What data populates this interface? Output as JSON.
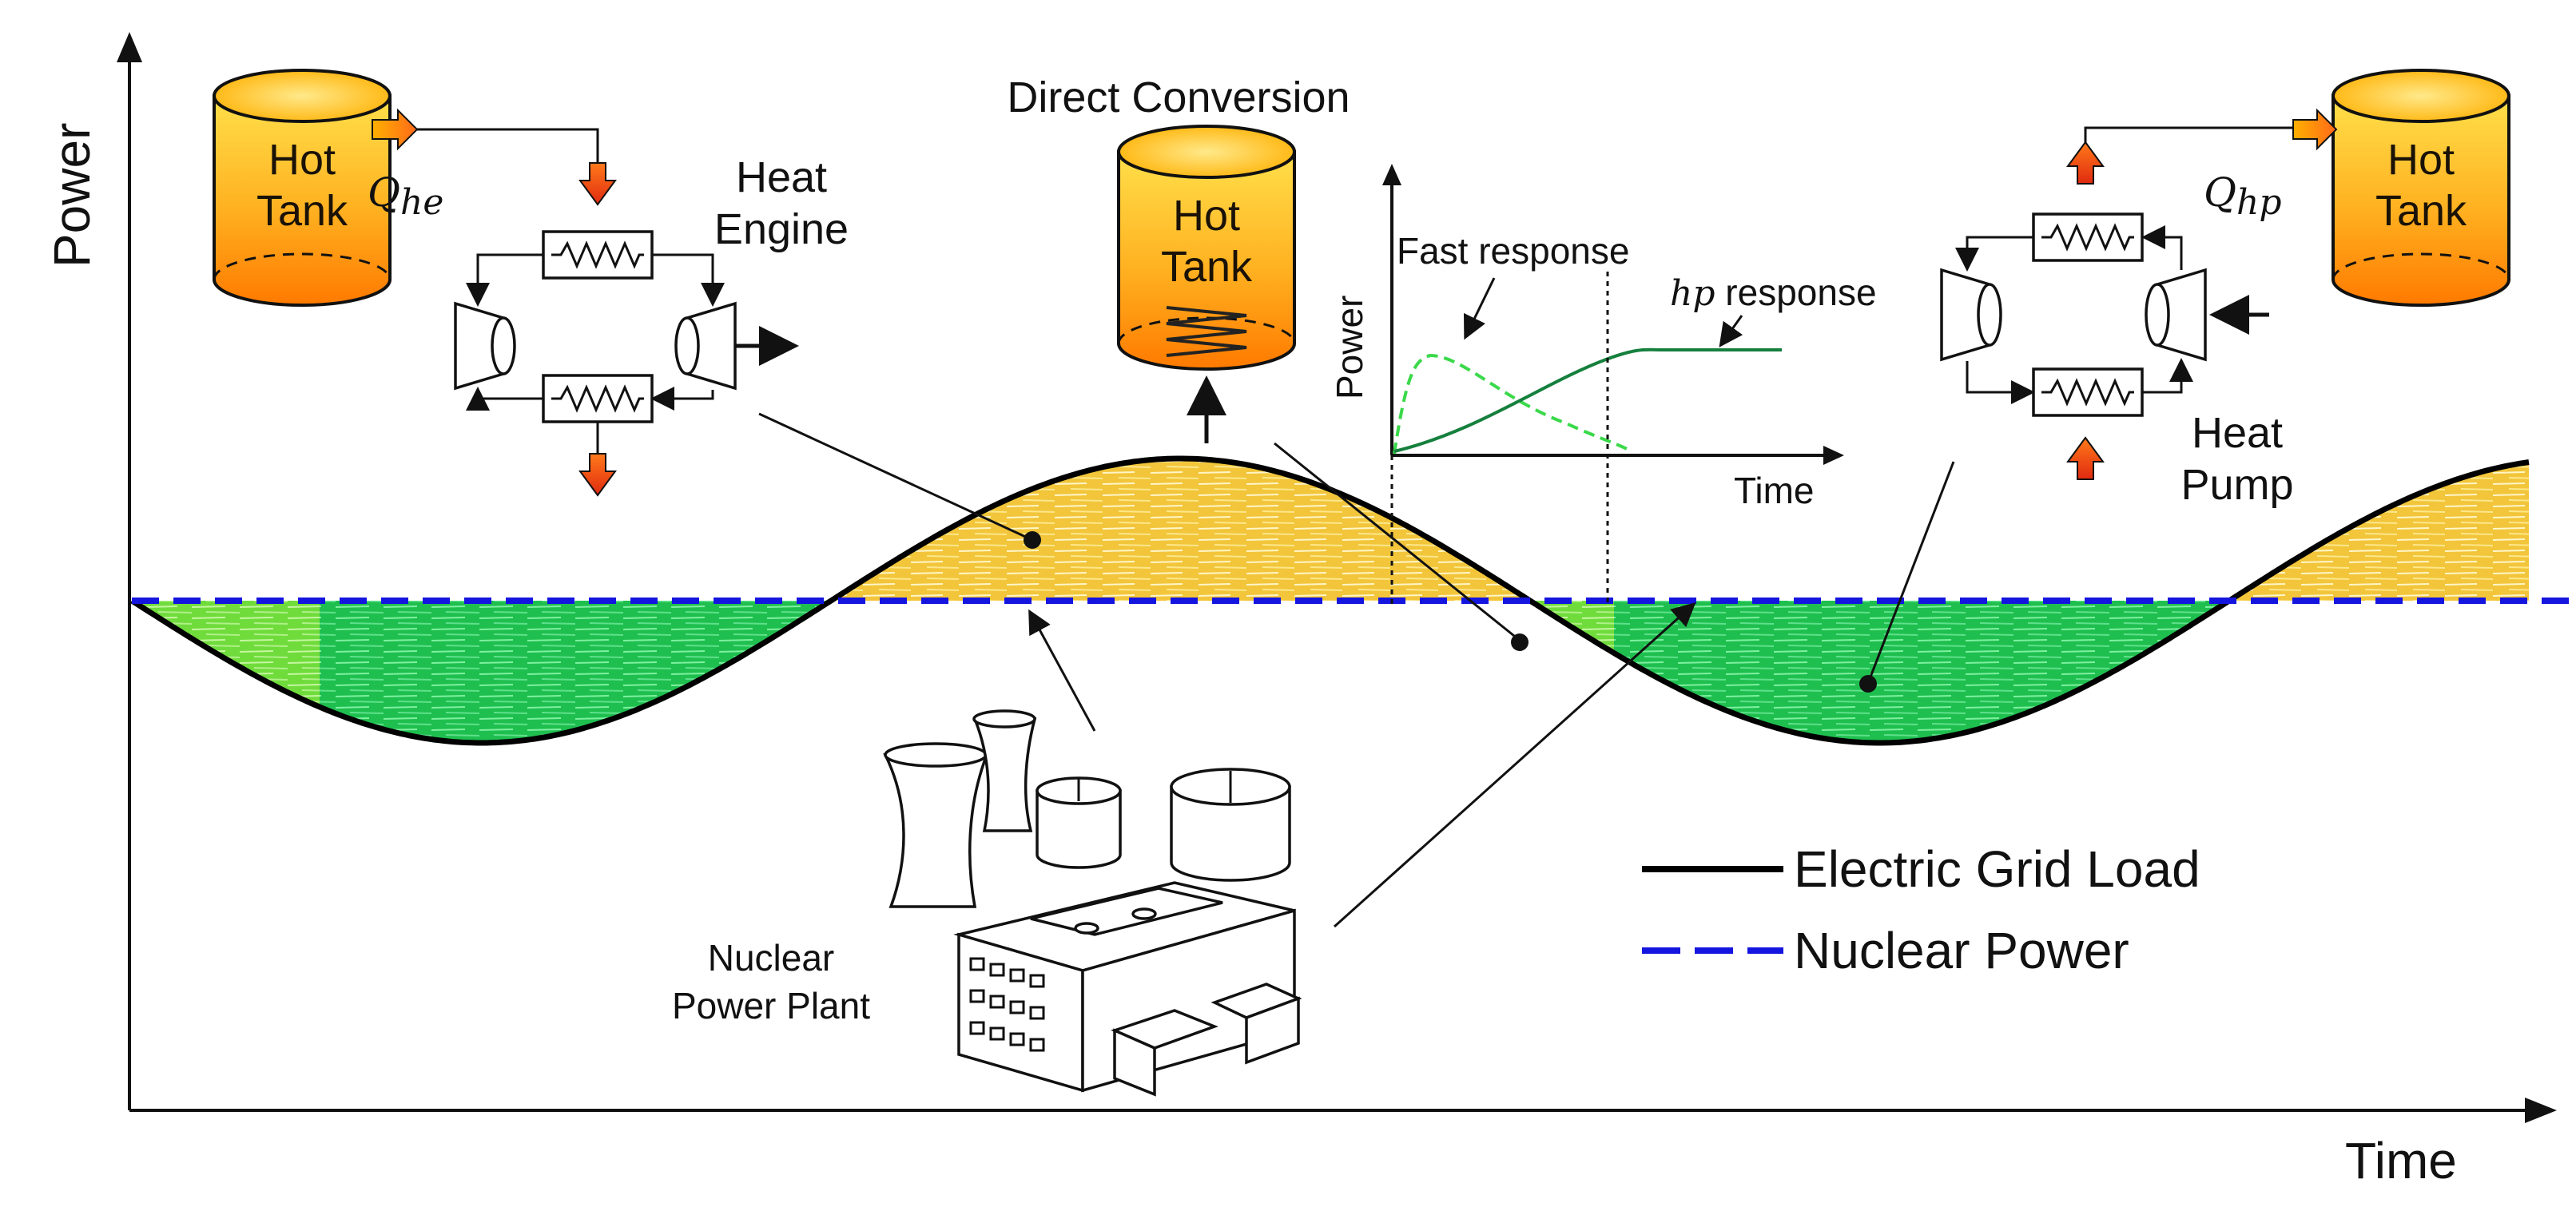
{
  "axes": {
    "y_label": "Power",
    "x_label": "Time"
  },
  "heat_engine": {
    "tank_line1": "Hot",
    "tank_line2": "Tank",
    "q_label": "Q",
    "q_sub": "he",
    "label_line1": "Heat",
    "label_line2": "Engine"
  },
  "direct_conversion": {
    "title": "Direct Conversion",
    "tank_line1": "Hot",
    "tank_line2": "Tank"
  },
  "heat_pump": {
    "tank_line1": "Hot",
    "tank_line2": "Tank",
    "q_label": "Q",
    "q_sub": "hp",
    "label_line1": "Heat",
    "label_line2": "Pump"
  },
  "inset": {
    "y_label": "Power",
    "x_label": "Time",
    "fast_label": "Fast response",
    "hp_italic": "hp",
    "hp_rest": " response"
  },
  "plant": {
    "label_line1": "Nuclear",
    "label_line2": "Power Plant"
  },
  "legend": {
    "items": [
      {
        "label": "Electric Grid Load",
        "color": "#000000",
        "style": "solid"
      },
      {
        "label": "Nuclear Power",
        "color": "#1515e0",
        "style": "dashed"
      }
    ]
  },
  "colors": {
    "surplus_fill": "#f5c842",
    "deficit_fill": "#22c55e",
    "deficit_light": "#7ee04a",
    "tank_gradient": [
      "#ffd83a",
      "#ff8a00"
    ],
    "flow_arrow": "#e8491d",
    "inset_fast": "#3ad94a",
    "inset_hp": "#15803d"
  }
}
